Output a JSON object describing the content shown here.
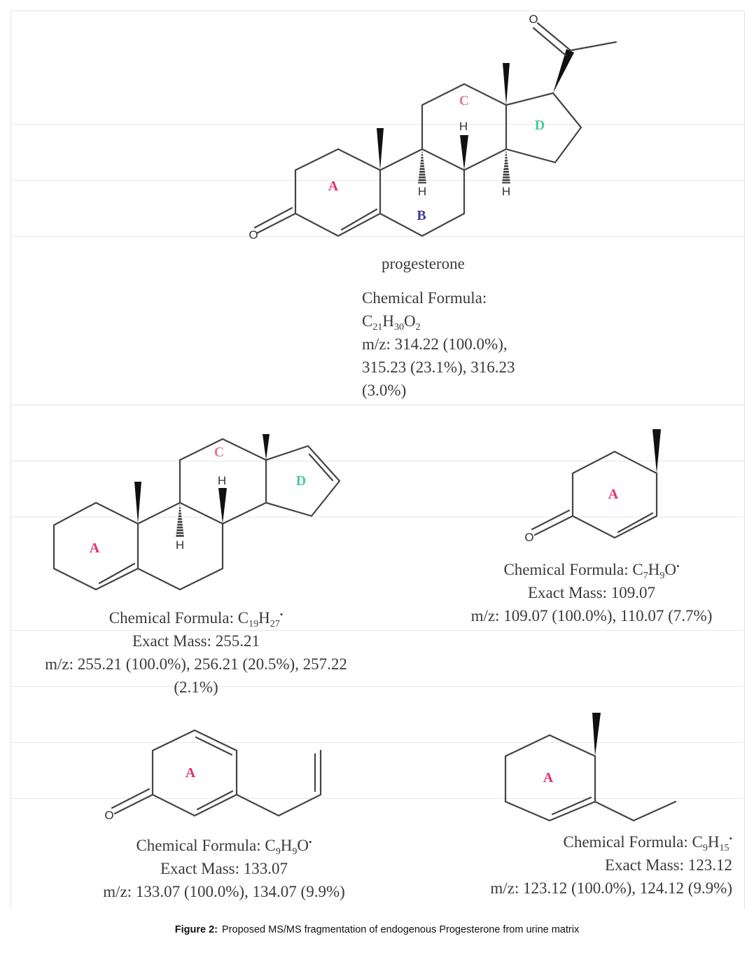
{
  "ring_colors": {
    "A": "#e0306a",
    "B": "#3a3a9a",
    "C": "#e07a9a",
    "D": "#4cc9a0"
  },
  "ring_labels": {
    "A": "A",
    "B": "B",
    "C": "C",
    "D": "D"
  },
  "atom_labels": {
    "O": "O",
    "H": "H"
  },
  "progesterone": {
    "name": "progesterone",
    "formula_label": "Chemical Formula:",
    "formula": [
      {
        "t": "C"
      },
      {
        "s": "21"
      },
      {
        "t": "H"
      },
      {
        "s": "30"
      },
      {
        "t": "O"
      },
      {
        "s": "2"
      }
    ],
    "mz_line1": "m/z: 314.22 (100.0%),",
    "mz_line2": "315.23 (23.1%), 316.23",
    "mz_line3": "(3.0%)"
  },
  "fragment_c19": {
    "formula_label": "Chemical Formula: ",
    "formula": [
      {
        "t": "C"
      },
      {
        "s": "19"
      },
      {
        "t": "H"
      },
      {
        "s": "27"
      },
      {
        "p": "•"
      }
    ],
    "exact_mass": "Exact Mass: 255.21",
    "mz_line1": "m/z: 255.21 (100.0%), 256.21 (20.5%), 257.22",
    "mz_line2": "(2.1%)"
  },
  "fragment_c7": {
    "formula_label": "Chemical Formula: ",
    "formula": [
      {
        "t": "C"
      },
      {
        "s": "7"
      },
      {
        "t": "H"
      },
      {
        "s": "9"
      },
      {
        "t": "O"
      },
      {
        "p": "•"
      }
    ],
    "exact_mass": "Exact Mass: 109.07",
    "mz_line1": "m/z: 109.07 (100.0%), 110.07 (7.7%)"
  },
  "fragment_c9o": {
    "formula_label": "Chemical Formula: ",
    "formula": [
      {
        "t": "C"
      },
      {
        "s": "9"
      },
      {
        "t": "H"
      },
      {
        "s": "9"
      },
      {
        "t": "O"
      },
      {
        "p": "•"
      }
    ],
    "exact_mass": "Exact Mass: 133.07",
    "mz_line1": "m/z: 133.07 (100.0%), 134.07 (9.9%)"
  },
  "fragment_c9h15": {
    "formula_label": "Chemical Formula: ",
    "formula": [
      {
        "t": "C"
      },
      {
        "s": "9"
      },
      {
        "t": "H"
      },
      {
        "s": "15"
      },
      {
        "p": "•"
      }
    ],
    "exact_mass": "Exact Mass: 123.12",
    "mz_line1": "m/z: 123.12 (100.0%), 124.12 (9.9%)"
  },
  "caption": {
    "label": "Figure 2:",
    "text": "Proposed MS/MS fragmentation of endogenous Progesterone from urine matrix"
  }
}
